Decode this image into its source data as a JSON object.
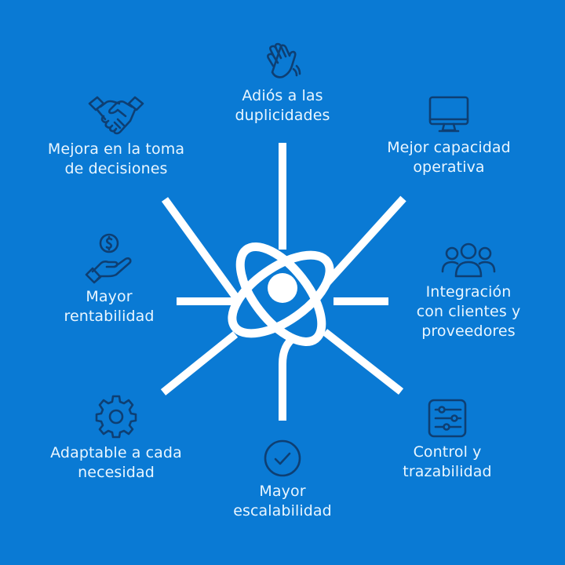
{
  "colors": {
    "background": "#0A7AD4",
    "lines": "#FFFFFF",
    "icon_stroke": "#0E3F73",
    "label_text": "#E9F6FF"
  },
  "center": {
    "icon": "atom-icon"
  },
  "benefits": [
    {
      "id": "duplicidades",
      "icon": "waving-hand-icon",
      "label": "Adiós a las\nduplicidades"
    },
    {
      "id": "capacidad",
      "icon": "monitor-icon",
      "label": "Mejor capacidad\noperativa"
    },
    {
      "id": "integracion",
      "icon": "people-group-icon",
      "label": "Integración\ncon clientes y\nproveedores"
    },
    {
      "id": "control",
      "icon": "sliders-icon",
      "label": "Control y\ntrazabilidad"
    },
    {
      "id": "escalabilidad",
      "icon": "check-circle-icon",
      "label": "Mayor\nescalabilidad"
    },
    {
      "id": "adaptable",
      "icon": "gear-icon",
      "label": "Adaptable a cada\nnecesidad"
    },
    {
      "id": "rentabilidad",
      "icon": "hand-coin-icon",
      "label": "Mayor\nrentabilidad"
    },
    {
      "id": "decisiones",
      "icon": "handshake-icon",
      "label": "Mejora en la toma\nde decisiones"
    }
  ]
}
